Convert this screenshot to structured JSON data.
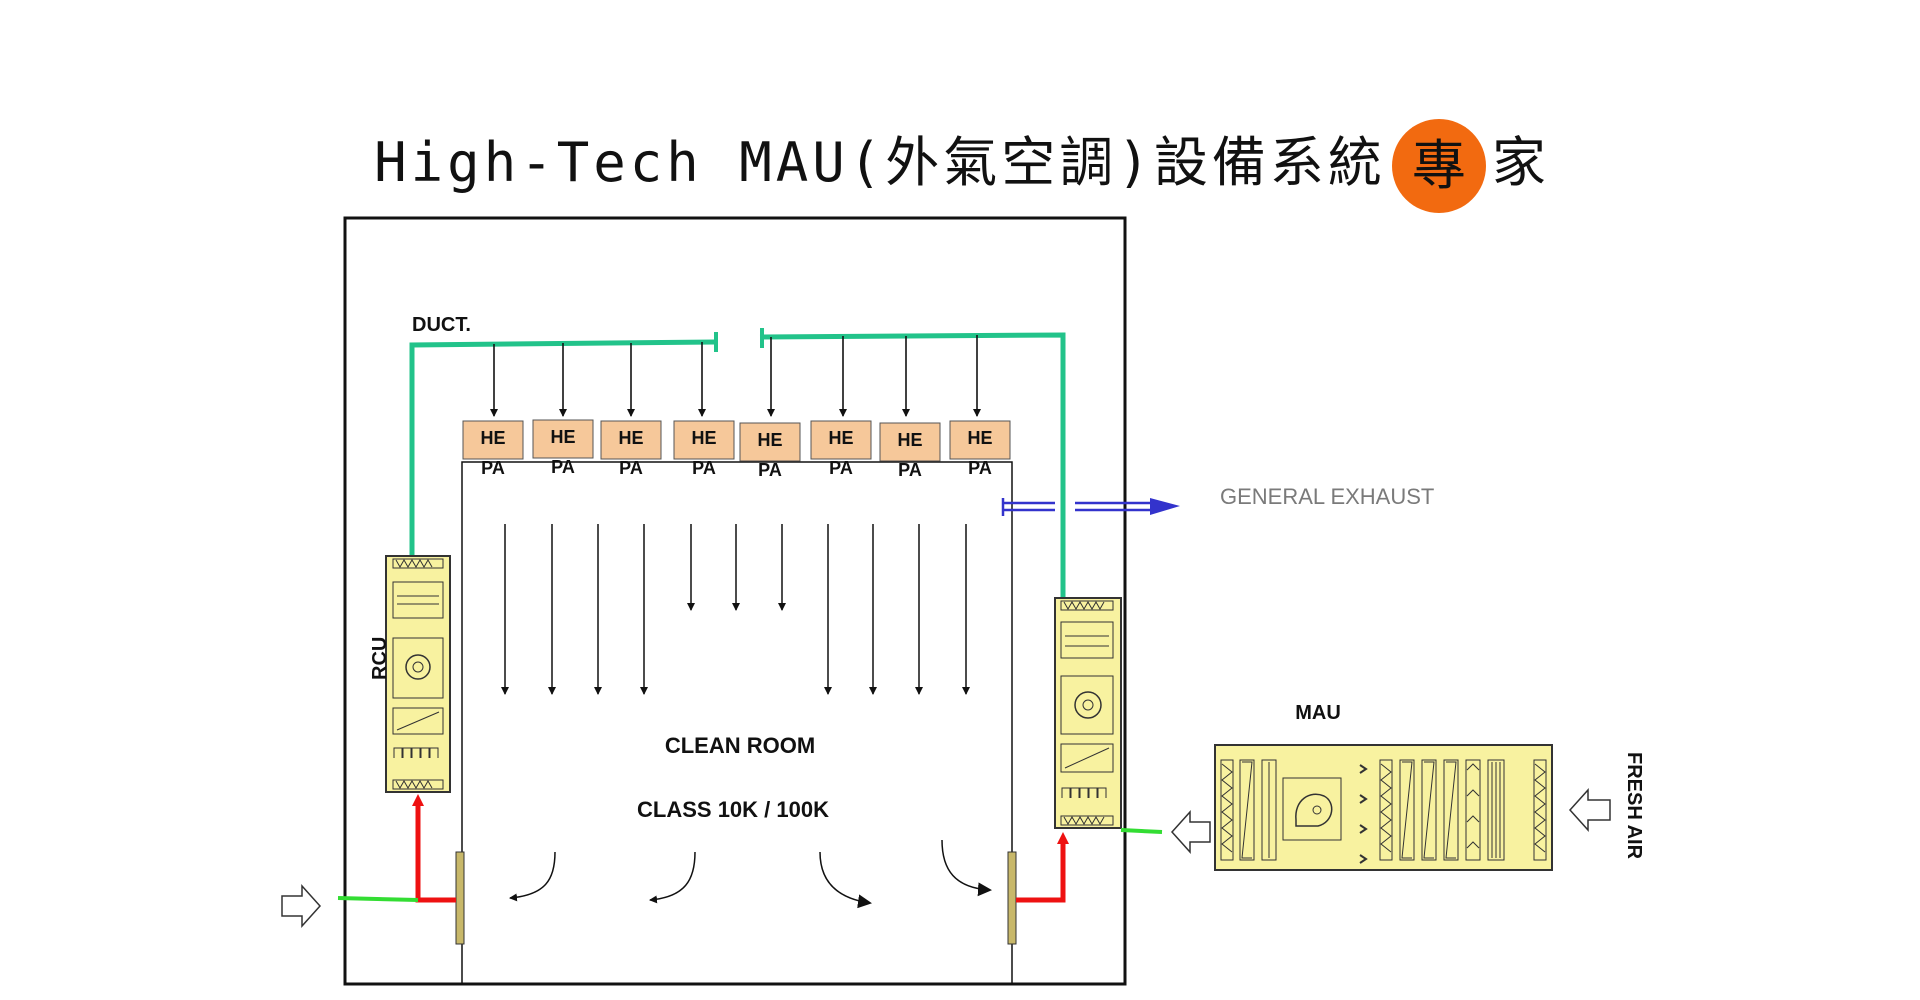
{
  "title": {
    "main": "High-Tech MAU(外氣空調)設備系統",
    "highlight": "專",
    "suffix": "家"
  },
  "labels": {
    "duct": "DUCT.",
    "general_exhaust": "GENERAL EXHAUST",
    "rcu": "RCU",
    "mau": "MAU",
    "fresh_air": "FRESH AIR",
    "clean_room": "CLEAN ROOM",
    "class": "CLASS 10K / 100K"
  },
  "hepa": [
    {
      "line1": "HE",
      "line2": "PA"
    },
    {
      "line1": "HE",
      "line2": "PA"
    },
    {
      "line1": "HE",
      "line2": "PA"
    },
    {
      "line1": "HE",
      "line2": "PA"
    },
    {
      "line1": "HE",
      "line2": "PA"
    },
    {
      "line1": "HE",
      "line2": "PA"
    },
    {
      "line1": "HE",
      "line2": "PA"
    },
    {
      "line1": "HE",
      "line2": "PA"
    }
  ],
  "colors": {
    "duct": "#22c38a",
    "supply_red": "#ee1111",
    "fresh_green": "#33dd33",
    "hepa_fill": "#f6c89a",
    "unit_fill": "#f8f2a0",
    "exhaust_blue": "#3333cc",
    "highlight": "#f26a10"
  }
}
